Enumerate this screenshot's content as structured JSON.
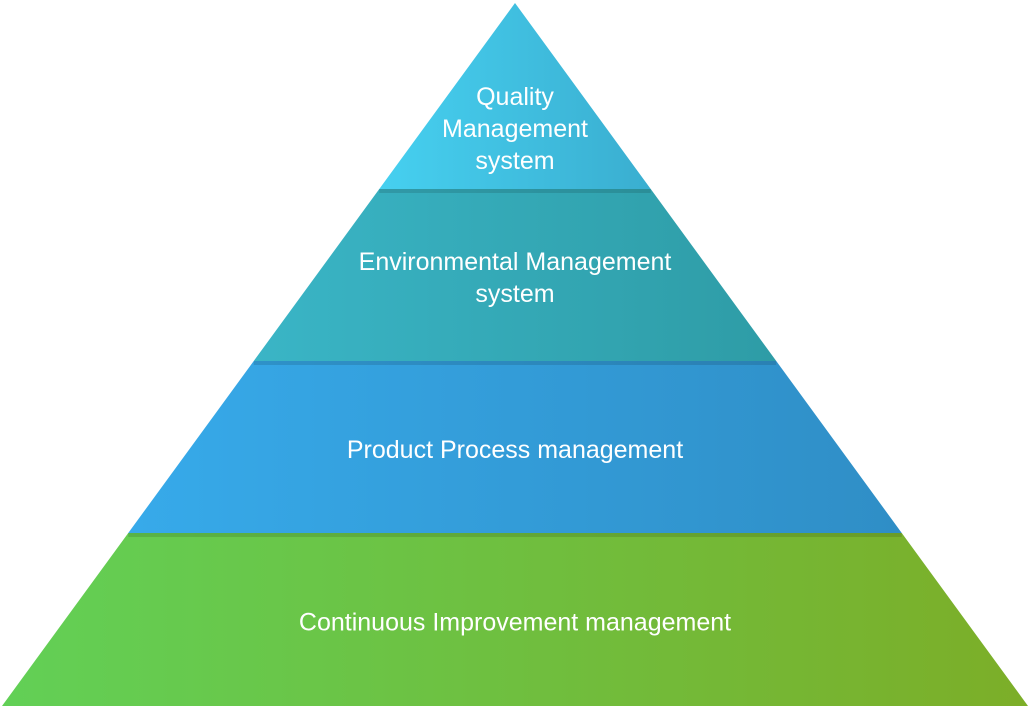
{
  "pyramid": {
    "levels": [
      {
        "lines": [
          "Quality",
          "Management",
          "system"
        ],
        "color_start": "#46d0f0",
        "color_end": "#3aaed0"
      },
      {
        "lines": [
          "Environmental Management",
          "system"
        ],
        "color_start": "#3ab5c6",
        "color_end": "#2e9ca6"
      },
      {
        "lines": [
          "Product Process management"
        ],
        "color_start": "#37aaea",
        "color_end": "#2f8ec6"
      },
      {
        "lines": [
          "Continuous Improvement management"
        ],
        "color_start": "#62d056",
        "color_end": "#7cae28"
      }
    ]
  }
}
